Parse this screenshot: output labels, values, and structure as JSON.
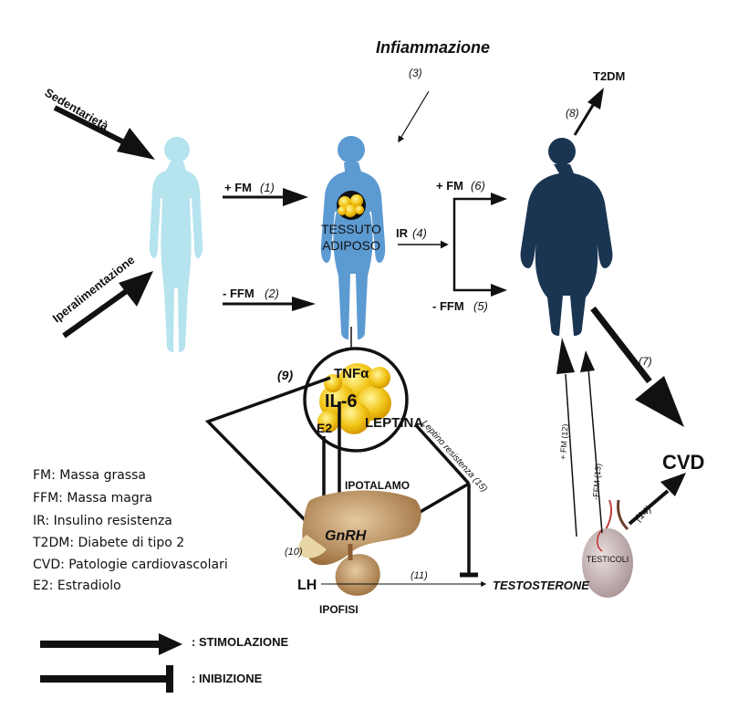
{
  "colors": {
    "body_light": "#b5e3ee",
    "body_mid": "#5c9ad2",
    "body_dark": "#1a3552",
    "fat": "#f2c518",
    "gland": "#c9a77a",
    "testis": "#c8b4b4",
    "arrow": "#111111"
  },
  "labels": {
    "inflammation": "Infiammazione",
    "inflammation_num": "(3)",
    "sedentary": "Sedentarietà",
    "overfeeding": "Iperalimentazione",
    "fm1": "+ FM",
    "fm1_num": "(1)",
    "ffm2": "- FFM",
    "ffm2_num": "(2)",
    "adipose_line1": "TESSUTO",
    "adipose_line2": "ADIPOSO",
    "ir4": "IR",
    "ir4_num": "(4)",
    "fm6": "+ FM",
    "fm6_num": "(6)",
    "ffm5": "- FFM",
    "ffm5_num": "(5)",
    "t2dm": "T2DM",
    "num8": "(8)",
    "num7": "(7)",
    "cvd": "CVD",
    "num9": "(9)",
    "tnf": "TNFα",
    "il6": "IL-6",
    "e2": "E2",
    "leptin": "LEPTINA",
    "leptin_resistance": "Leptino resistenza (15)",
    "hypothalamus": "IPOTALAMO",
    "gnrh": "GnRH",
    "num10": "(10)",
    "lh": "LH",
    "pituitary": "IPOFISI",
    "num11": "(11)",
    "testosterone": "TESTOSTERONE",
    "testes": "TESTICOLI",
    "fm12": "+ FM (12)",
    "ffm13": "-FFM (13)",
    "num14": "(14)"
  },
  "legend": [
    "FM: Massa grassa",
    "FFM: Massa magra",
    "IR: Insulino resistenza",
    "T2DM: Diabete di tipo 2",
    "CVD: Patologie cardiovascolari",
    "E2: Estradiolo"
  ],
  "key": {
    "stimulation": ": STIMOLAZIONE",
    "inhibition": ": INIBIZIONE"
  }
}
